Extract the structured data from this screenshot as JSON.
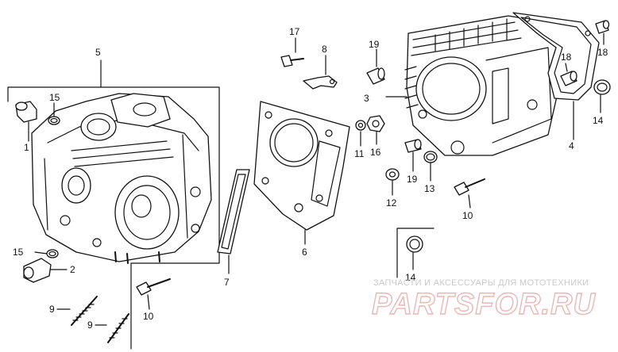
{
  "labels": {
    "p1": "1",
    "p2": "2",
    "p3": "3",
    "p4": "4",
    "p5": "5",
    "p6": "6",
    "p7": "7",
    "p8": "8",
    "p9a": "9",
    "p9b": "9",
    "p10a": "10",
    "p10b": "10",
    "p11": "11",
    "p12": "12",
    "p13": "13",
    "p14a": "14",
    "p14b": "14",
    "p15a": "15",
    "p15b": "15",
    "p16": "16",
    "p17": "17",
    "p18a": "18",
    "p18b": "18",
    "p19a": "19",
    "p19b": "19"
  },
  "watermark": {
    "tagline": "ЗАПЧАСТИ И АКСЕССУАРЫ ДЛЯ МОТОТЕХНИКИ",
    "brand": "PARTSFOR.RU"
  },
  "colors": {
    "line": "#111111",
    "watermark_text": "#c9c9c9",
    "watermark_brand": "#e8b8b8"
  }
}
